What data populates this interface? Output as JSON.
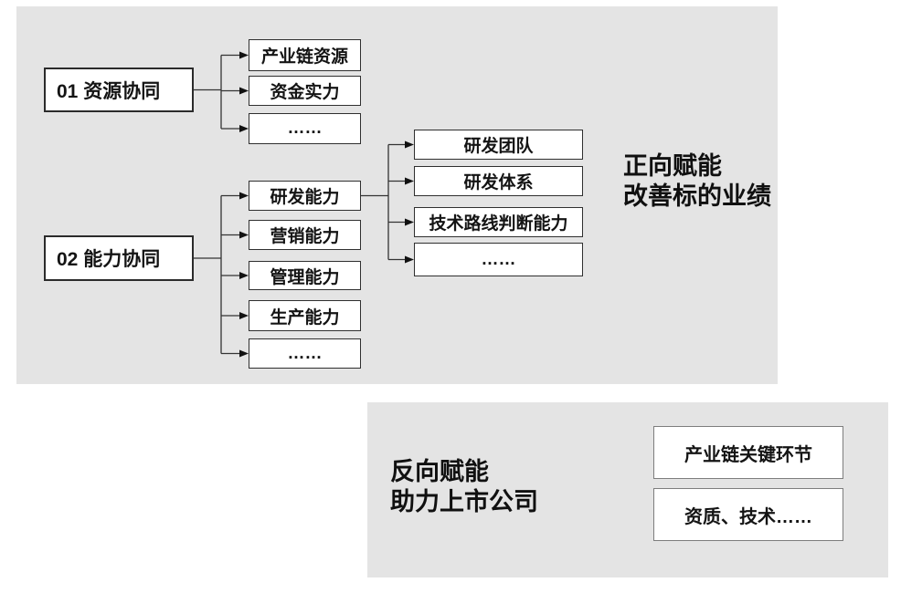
{
  "colors": {
    "page_bg": "#ffffff",
    "panel_bg": "#e4e4e4",
    "box_bg": "#ffffff",
    "box_border": "#2f2f2f",
    "bottom_box_border": "#7d7d7d",
    "connector_line": "#333333",
    "arrowhead": "#111111",
    "text": "#141414"
  },
  "top_panel": {
    "group1": {
      "parent": "01 资源协同",
      "children": [
        "产业链资源",
        "资金实力",
        "……"
      ]
    },
    "group2": {
      "parent": "02 能力协同",
      "children": [
        "研发能力",
        "营销能力",
        "管理能力",
        "生产能力",
        "……"
      ]
    },
    "group3": {
      "children": [
        "研发团队",
        "研发体系",
        "技术路线判断能力",
        "……"
      ]
    },
    "title": {
      "line1": "正向赋能",
      "line2": "改善标的业绩"
    }
  },
  "bottom_panel": {
    "title": {
      "line1": "反向赋能",
      "line2": "助力上市公司"
    },
    "boxes": [
      "产业链关键环节",
      "资质、技术……"
    ]
  }
}
